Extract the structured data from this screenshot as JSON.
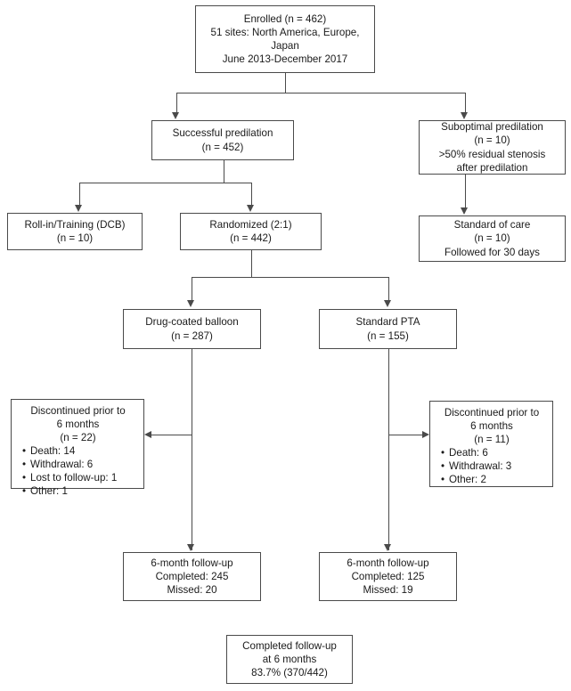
{
  "diagram": {
    "title": "Patient enrollment and randomization flow diagram",
    "type": "consort-flow",
    "line_color": "#4a4a4a",
    "background": "#ffffff"
  },
  "nodes": {
    "enrolled": {
      "lines": [
        "Enrolled (n = 462)",
        "51 sites: North America, Europe,",
        "Japan",
        "June 2013-December 2017"
      ]
    },
    "successful_predilation": {
      "lines": [
        "Successful predilation",
        "(n = 452)"
      ]
    },
    "suboptimal_predilation": {
      "lines": [
        "Suboptimal predilation",
        "(n = 10)",
        ">50% residual stenosis",
        "after predilation"
      ]
    },
    "rollin_training": {
      "lines": [
        "Roll-in/Training (DCB)",
        "(n = 10)"
      ]
    },
    "randomized": {
      "lines": [
        "Randomized (2:1)",
        "(n = 442)"
      ]
    },
    "standard_of_care": {
      "lines": [
        "Standard of care",
        "(n = 10)",
        "Followed for 30 days"
      ]
    },
    "drug_coated_balloon": {
      "lines": [
        "Drug-coated balloon",
        "(n = 287)"
      ]
    },
    "standard_pta": {
      "lines": [
        "Standard PTA",
        "(n = 155)"
      ]
    },
    "discontinued_dcb": {
      "header": [
        "Discontinued prior to",
        "6 months",
        "(n = 22)"
      ],
      "bullets": [
        "Death: 14",
        "Withdrawal: 6",
        "Lost to follow-up: 1",
        "Other: 1"
      ]
    },
    "discontinued_pta": {
      "header": [
        "Discontinued prior to",
        "6 months",
        "(n = 11)"
      ],
      "bullets": [
        "Death: 6",
        "Withdrawal: 3",
        "Other: 2"
      ]
    },
    "followup_dcb": {
      "lines": [
        "6-month follow-up",
        "Completed: 245",
        "Missed: 20"
      ]
    },
    "followup_pta": {
      "lines": [
        "6-month follow-up",
        "Completed: 125",
        "Missed: 19"
      ]
    },
    "completed_total": {
      "lines": [
        "Completed follow-up",
        "at 6 months",
        "83.7% (370/442)"
      ]
    }
  }
}
